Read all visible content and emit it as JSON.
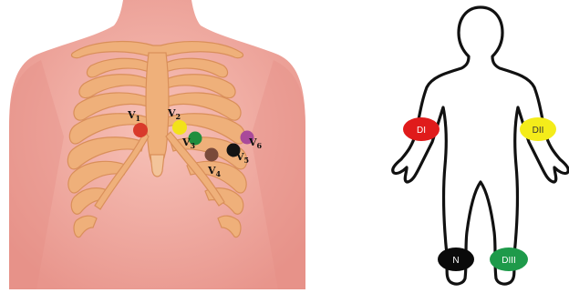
{
  "chest_panel": {
    "electrodes": [
      {
        "id": "V1",
        "letter": "V",
        "sub": "1",
        "color": "#d93a2b"
      },
      {
        "id": "V2",
        "letter": "V",
        "sub": "2",
        "color": "#f2e21a"
      },
      {
        "id": "V3",
        "letter": "V",
        "sub": "3",
        "color": "#1e8e3e"
      },
      {
        "id": "V4",
        "letter": "V",
        "sub": "4",
        "color": "#7a4a3a"
      },
      {
        "id": "V5",
        "letter": "V",
        "sub": "5",
        "color": "#141414"
      },
      {
        "id": "V6",
        "letter": "V",
        "sub": "6",
        "color": "#a94a9a"
      }
    ]
  },
  "limb_panel": {
    "electrodes": [
      {
        "id": "DI",
        "label": "DI",
        "color": "#e01b1b",
        "text_color": "#ffffff"
      },
      {
        "id": "DII",
        "label": "DII",
        "color": "#f4ec1a",
        "text_color": "#333333"
      },
      {
        "id": "N",
        "label": "N",
        "color": "#0a0a0a",
        "text_color": "#ffffff"
      },
      {
        "id": "DIII",
        "label": "DIII",
        "color": "#1e9a4a",
        "text_color": "#ffffff"
      }
    ]
  }
}
